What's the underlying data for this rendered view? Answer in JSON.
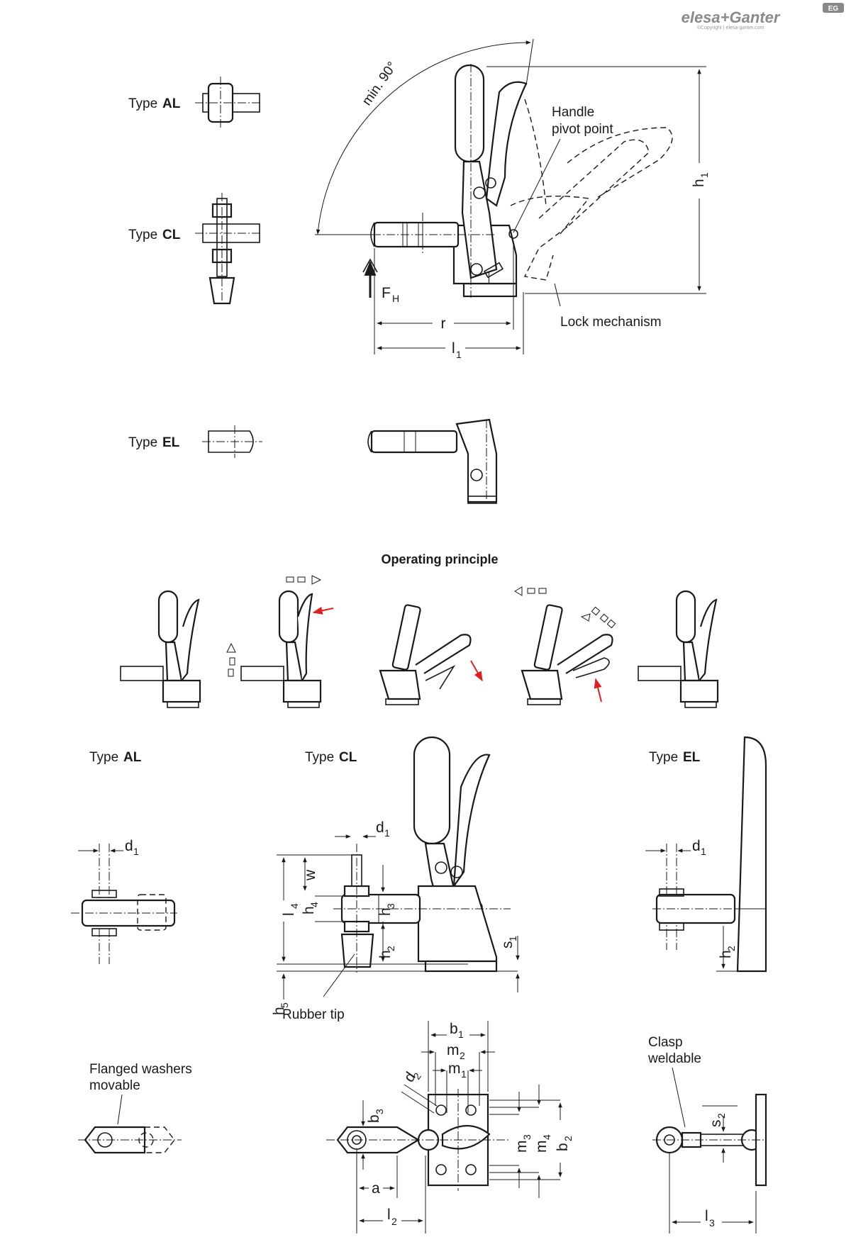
{
  "brand": {
    "logo_text": "elesa+Ganter",
    "copyright": "©Copyright | elesa-ganter.com",
    "badge": "EG"
  },
  "top": {
    "type_al": {
      "prefix": "Type ",
      "code": "AL"
    },
    "type_cl": {
      "prefix": "Type ",
      "code": "CL"
    },
    "type_el": {
      "prefix": "Type ",
      "code": "EL"
    },
    "angle_label": "min. 90°",
    "handle_pivot_line1": "Handle",
    "handle_pivot_line2": "pivot point",
    "lock_mechanism": "Lock mechanism",
    "force": "F",
    "force_sub": "H",
    "dim_r": "r",
    "dim_l1": "l",
    "dim_l1_sub": "1",
    "dim_h1": "h",
    "dim_h1_sub": "1"
  },
  "operating_principle": {
    "title": "Operating principle",
    "accent_color": "#e02020"
  },
  "bottom": {
    "type_al": {
      "prefix": "Type ",
      "code": "AL"
    },
    "type_cl": {
      "prefix": "Type ",
      "code": "CL"
    },
    "type_el": {
      "prefix": "Type ",
      "code": "EL"
    },
    "rubber_tip": "Rubber tip",
    "flanged_line1": "Flanged washers",
    "flanged_line2": "movable",
    "clasp_line1": "Clasp",
    "clasp_line2": "weldable",
    "dims": {
      "d1": {
        "main": "d",
        "sub": "1"
      },
      "d2": {
        "main": "d",
        "sub": "2"
      },
      "w": "w",
      "l4": {
        "main": "l",
        "sub": "4"
      },
      "h4": {
        "main": "h",
        "sub": "4"
      },
      "h3": {
        "main": "h",
        "sub": "3"
      },
      "h2": {
        "main": "h",
        "sub": "2"
      },
      "h5": {
        "main": "h",
        "sub": "5"
      },
      "s1": {
        "main": "s",
        "sub": "1"
      },
      "s2": {
        "main": "s",
        "sub": "2"
      },
      "b1": {
        "main": "b",
        "sub": "1"
      },
      "b2": {
        "main": "b",
        "sub": "2"
      },
      "b3": {
        "main": "b",
        "sub": "3"
      },
      "m1": {
        "main": "m",
        "sub": "1"
      },
      "m2": {
        "main": "m",
        "sub": "2"
      },
      "m3": {
        "main": "m",
        "sub": "3"
      },
      "m4": {
        "main": "m",
        "sub": "4"
      },
      "a": "a",
      "l2": {
        "main": "l",
        "sub": "2"
      },
      "l3": {
        "main": "l",
        "sub": "3"
      }
    }
  }
}
